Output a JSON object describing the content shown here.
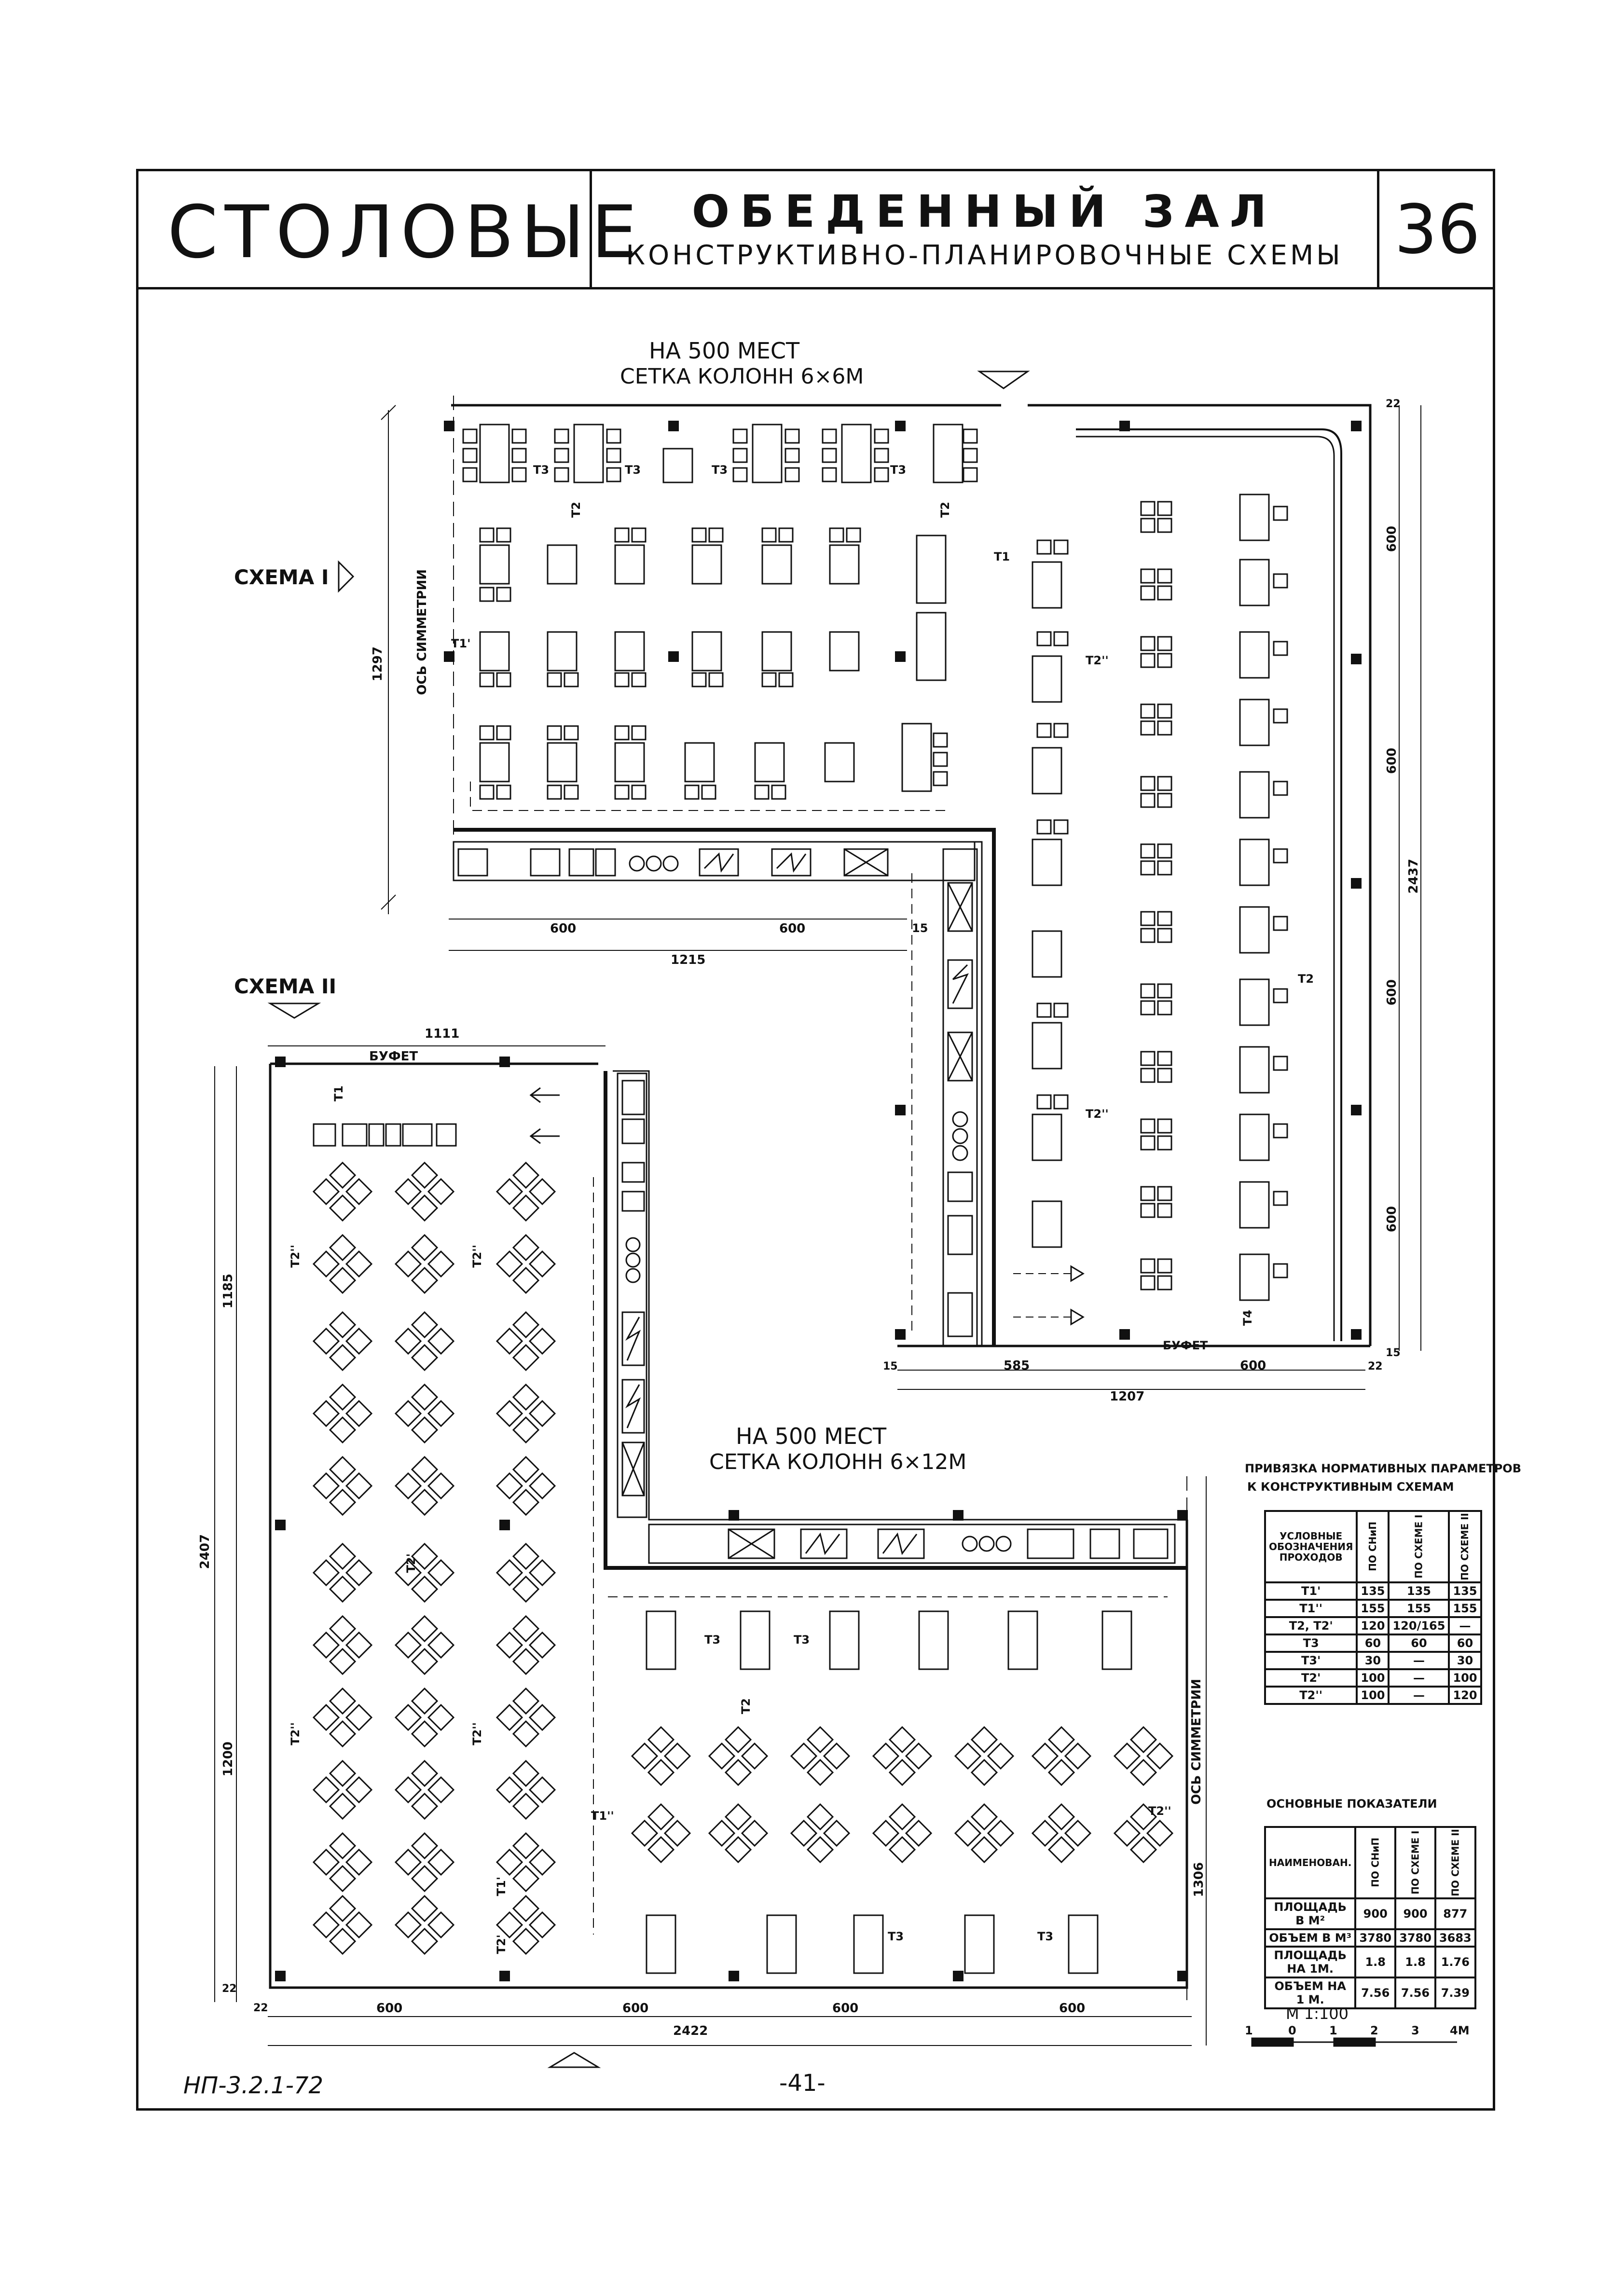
{
  "header": {
    "series": "СТОЛОВЫЕ",
    "title": "ОБЕДЕННЫЙ ЗАЛ",
    "subtitle": "КОНСТРУКТИВНО-ПЛАНИРОВОЧНЫЕ СХЕМЫ",
    "sheet": "36"
  },
  "scheme1": {
    "label": "СХЕМА I",
    "caption_line1": "НА 500 МЕСТ",
    "caption_line2": "СЕТКА КОЛОНН 6×6М",
    "axis_label": "ОСЬ СИММЕТРИИ",
    "buffet": "БУФЕТ",
    "dims": {
      "height": "1297",
      "w1": "600",
      "w2": "600",
      "w_small": "15",
      "w_total": "1215",
      "r_height1": "600",
      "r_height2": "600",
      "r_height3": "600",
      "r_height4": "600",
      "r_total": "2437",
      "r_top": "22",
      "r_bot": "15",
      "b1": "585",
      "b2": "600",
      "b_total": "1207",
      "b_left": "15",
      "b_right": "22"
    },
    "passages": [
      "Т3",
      "Т3",
      "Т3",
      "Т3",
      "Т2",
      "Т2",
      "Т1",
      "Т2''",
      "Т2",
      "Т2''",
      "Т1'",
      "Т4"
    ]
  },
  "scheme2": {
    "label": "СХЕМА II",
    "caption_line1": "НА 500 МЕСТ",
    "caption_line2": "СЕТКА КОЛОНН 6×12М",
    "axis_label": "ОСЬ СИММЕТРИИ",
    "buffet": "БУФЕТ",
    "dims": {
      "top": "1111",
      "left_total": "2407",
      "left1": "1185",
      "left2": "1200",
      "left_small": "22",
      "right": "1306",
      "b_small": "22",
      "b1": "600",
      "b2": "600",
      "b3": "600",
      "b4": "600",
      "b_total": "2422"
    },
    "passages": [
      "Т1",
      "Т2''",
      "Т2''",
      "Т2'",
      "Т2''",
      "Т2''",
      "Т1''",
      "Т2''",
      "Т2'",
      "Т3",
      "Т3",
      "Т3",
      "Т3",
      "Т2",
      "Т1'"
    ]
  },
  "table1": {
    "title_line1": "ПРИВЯЗКА НОРМАТИВНЫХ ПАРАМЕТРОВ",
    "title_line2": "К КОНСТРУКТИВНЫМ СХЕМАМ",
    "headers": [
      "УСЛОВНЫЕ ОБОЗНАЧЕНИЯ ПРОХОДОВ",
      "ПО СНиП",
      "ПО СХЕМЕ I",
      "ПО СХЕМЕ II"
    ],
    "rows": [
      [
        "Т1'",
        "135",
        "135",
        "135"
      ],
      [
        "Т1''",
        "155",
        "155",
        "155"
      ],
      [
        "Т2, Т2'",
        "120",
        "120/165",
        "—"
      ],
      [
        "Т3",
        "60",
        "60",
        "60"
      ],
      [
        "Т3'",
        "30",
        "—",
        "30"
      ],
      [
        "Т2'",
        "100",
        "—",
        "100"
      ],
      [
        "Т2''",
        "100",
        "—",
        "120"
      ]
    ]
  },
  "table2": {
    "title": "ОСНОВНЫЕ ПОКАЗАТЕЛИ",
    "headers": [
      "НАИМЕНОВАН.",
      "ПО СНиП",
      "ПО СХЕМЕ I",
      "ПО СХЕМЕ II"
    ],
    "rows": [
      [
        "ПЛОЩАДЬ В М²",
        "900",
        "900",
        "877"
      ],
      [
        "ОБЪЕМ В М³",
        "3780",
        "3780",
        "3683"
      ],
      [
        "ПЛОЩАДЬ НА 1М.",
        "1.8",
        "1.8",
        "1.76"
      ],
      [
        "ОБЪЕМ НА 1 М.",
        "7.56",
        "7.56",
        "7.39"
      ]
    ]
  },
  "scale": {
    "label": "М 1:100",
    "ticks": [
      "1",
      "0",
      "1",
      "2",
      "3",
      "4М"
    ]
  },
  "footer": {
    "code": "НП-3.2.1-72",
    "page": "-41-"
  }
}
